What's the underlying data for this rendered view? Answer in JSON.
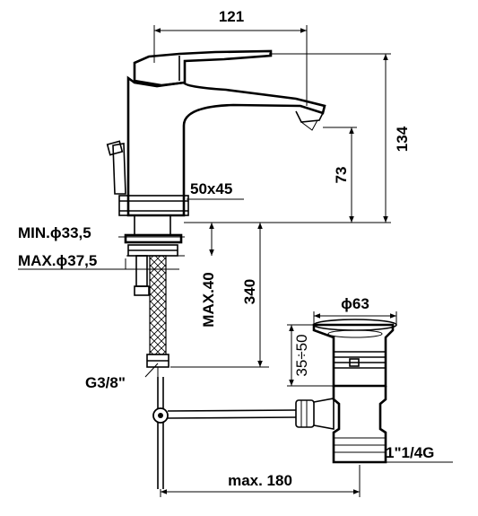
{
  "dimensions": {
    "width_top": "121",
    "height_total": "134",
    "height_spout": "73",
    "base_size": "50x45",
    "min_hole": "MIN.ϕ33,5",
    "max_hole": "MAX.ϕ37,5",
    "max_thickness": "MAX.40",
    "hose_length": "340",
    "connection": "G3/8\"",
    "drain_diameter": "ϕ63",
    "drain_adjust": "35÷50",
    "drain_thread": "1\"1/4G",
    "rod_length": "max. 180"
  }
}
